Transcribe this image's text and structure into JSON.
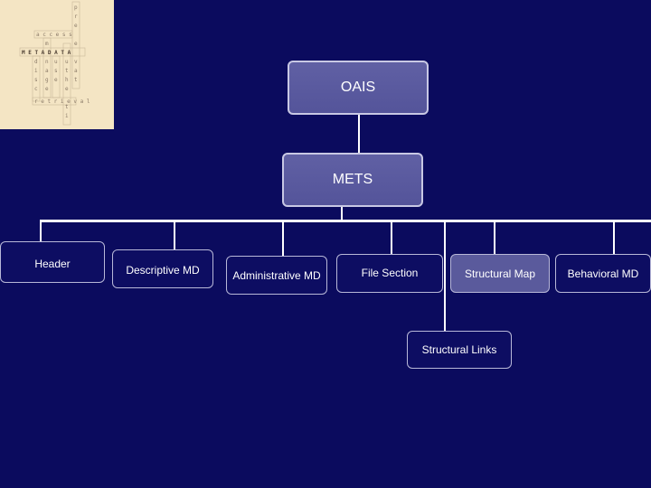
{
  "logo": {
    "name": "metadata-crossword-logo",
    "words": [
      "access",
      "METADATA",
      "preservation",
      "retrieval",
      "discovery",
      "authenticity",
      "management",
      "use"
    ]
  },
  "diagram": {
    "root": "OAIS",
    "main": "METS",
    "sections": [
      "Header",
      "Descriptive MD",
      "Administrative MD",
      "File Section",
      "Structural Map",
      "Behavioral MD"
    ],
    "sub_node": "Structural Links"
  },
  "colors": {
    "background": "#0b0b5e",
    "node_fill": "#5a5a9c",
    "line": "#ffffff",
    "logo_bg": "#f4e5c4"
  }
}
